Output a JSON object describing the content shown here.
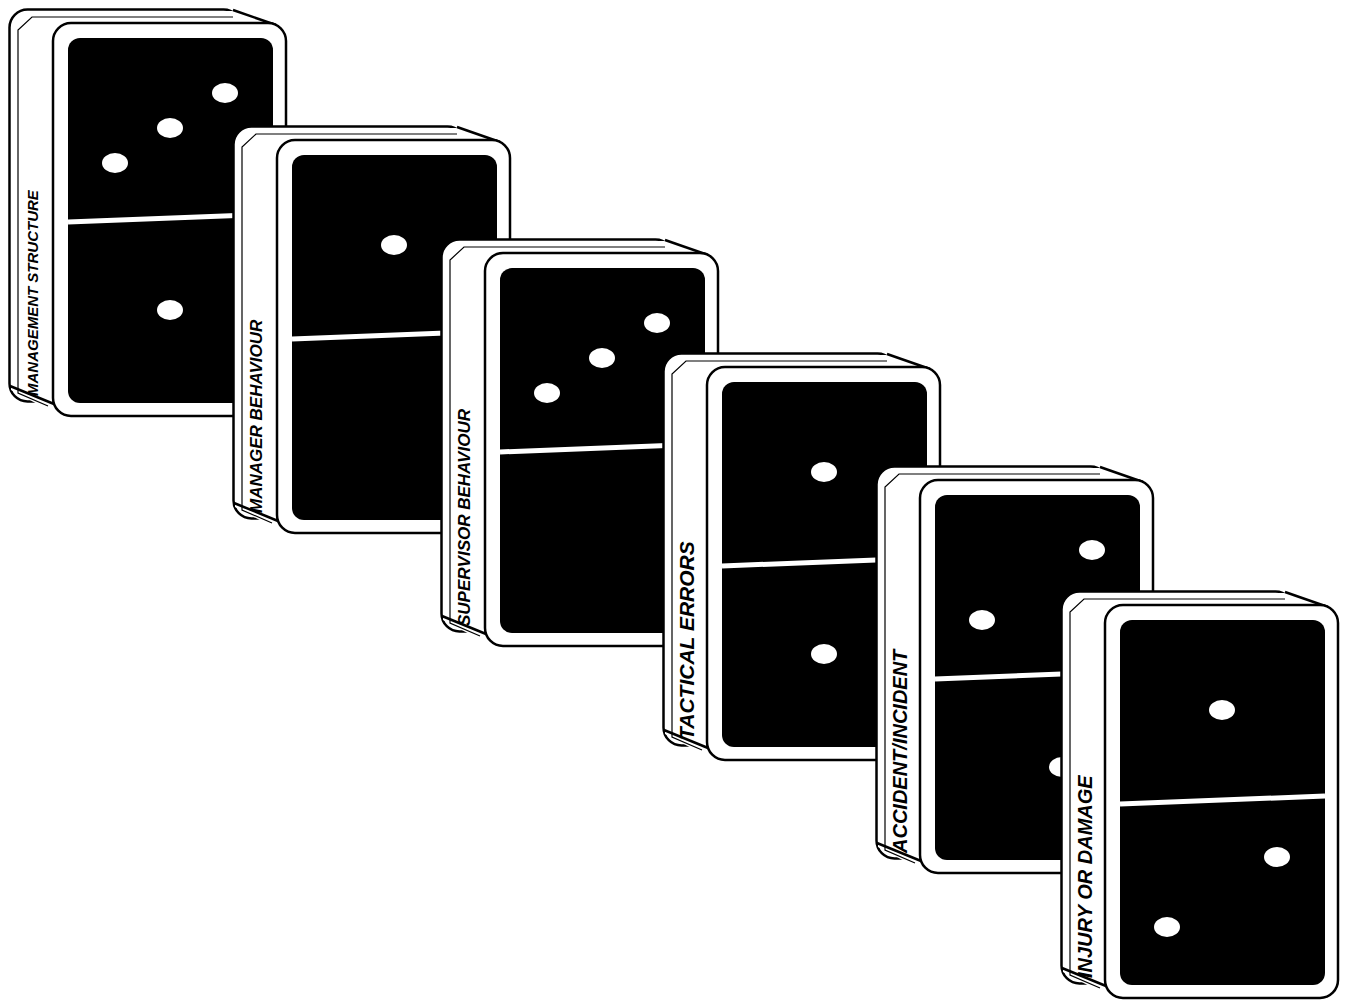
{
  "diagram": {
    "nodes": [
      {
        "text": [
          "MANAGEMENT STRUCTURE"
        ]
      },
      {
        "text": [
          "MANAGER BEHAVIOUR"
        ]
      },
      {
        "text": [
          "SUPERVISOR BEHAVIOUR"
        ]
      },
      {
        "text": [
          "TACTICAL ERRORS"
        ]
      },
      {
        "text": [
          "ACCIDENT/INCIDENT"
        ]
      },
      {
        "text": [
          "INJURY OR DAMAGE"
        ]
      }
    ]
  }
}
